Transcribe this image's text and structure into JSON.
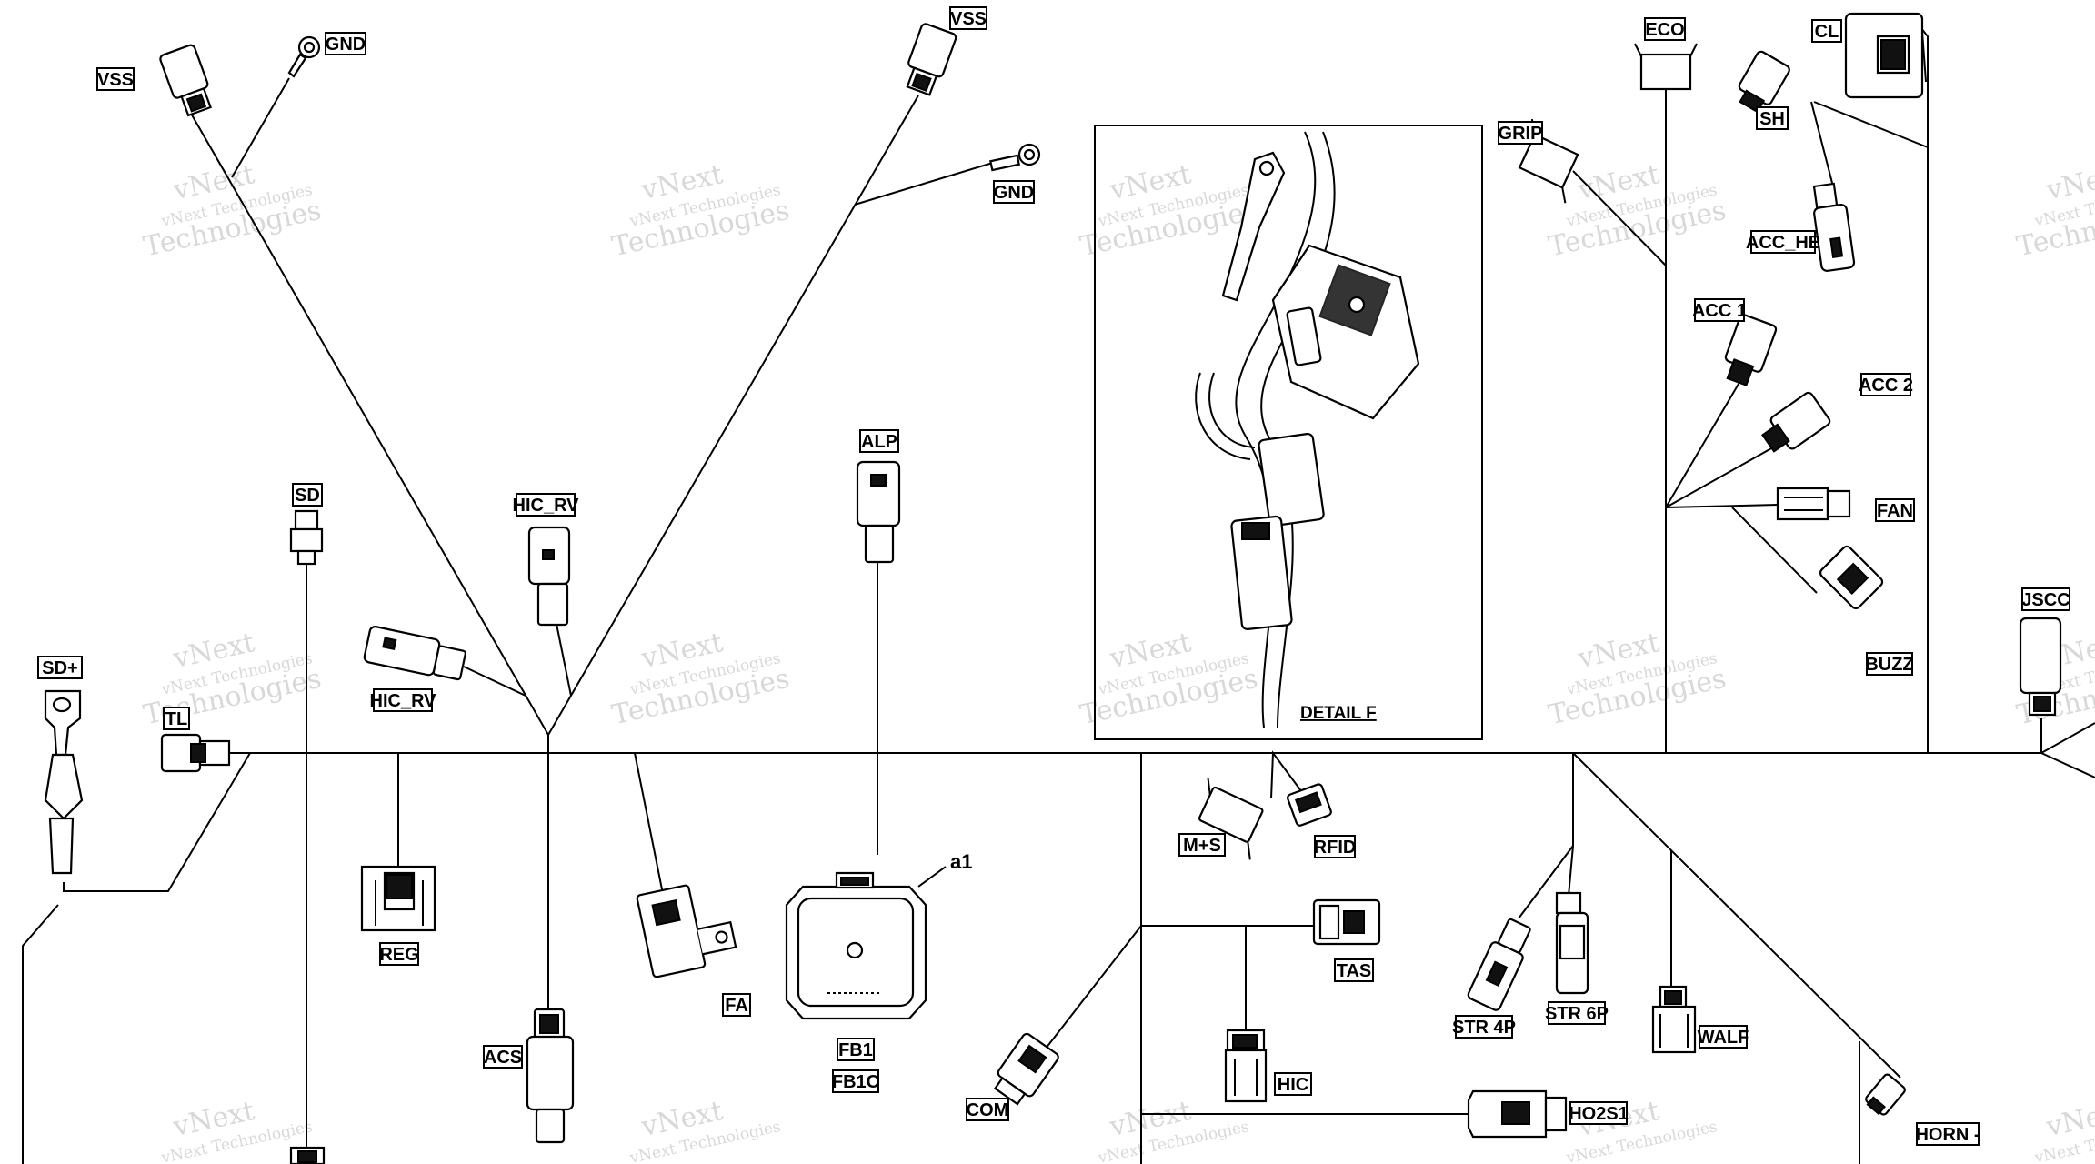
{
  "diagram": {
    "labels": {
      "vss_left": "VSS",
      "gnd_left": "GND",
      "vss_top": "VSS",
      "gnd_mid": "GND",
      "sd": "SD",
      "sd_plus": "SD+",
      "tl": "TL",
      "hic_rv_upper": "HIC_RV",
      "hic_rv_lower": "HIC_RV",
      "alp": "ALP",
      "reg": "REG",
      "acs": "ACS",
      "fa": "FA",
      "fb1": "FB1",
      "fb1c": "FB1C",
      "a1": "a1",
      "com": "COM",
      "m_s": "M+S",
      "rfid": "RFID",
      "tas": "TAS",
      "hic": "HIC",
      "ho2s1": "HO2S1",
      "detail_f": "DETAIL F",
      "grip": "GRIP",
      "eco": "ECO",
      "cl": "CL",
      "sh": "SH",
      "acc_he": "ACC_HE",
      "acc1": "ACC 1",
      "acc2": "ACC 2",
      "fan": "FAN",
      "buzz": "BUZZ",
      "jscc": "JSCC",
      "str4p": "STR 4P",
      "str6p": "STR 6P",
      "walf": "WALF",
      "horn": "HORN -"
    },
    "watermark": {
      "line1": "vNext",
      "line2": "vNext Technologies",
      "line3": "Technologies"
    }
  }
}
